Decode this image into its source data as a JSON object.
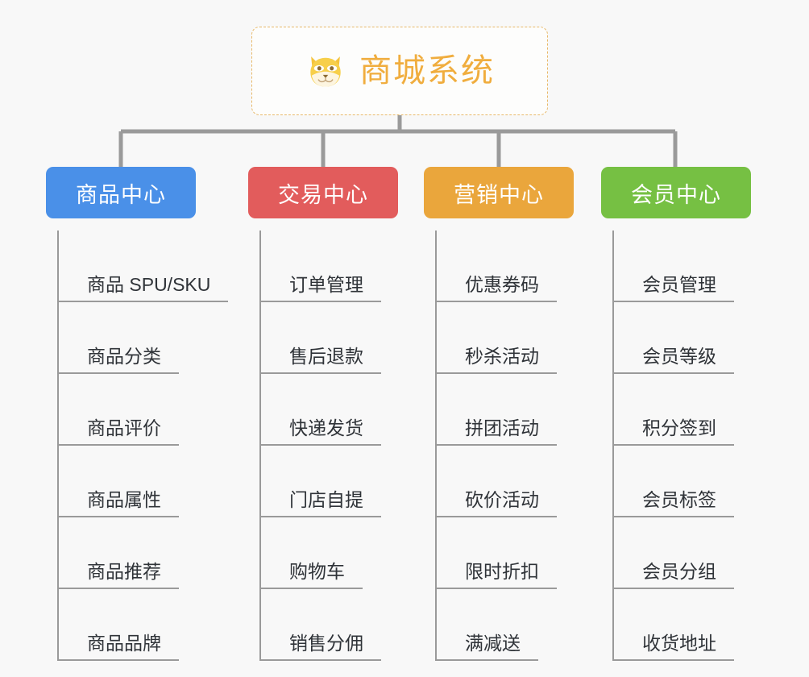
{
  "page": {
    "background_color": "#f8f8f8",
    "line_color": "#9a9a9a"
  },
  "root": {
    "title": "商城系统",
    "icon": "shiba-dog-face-icon",
    "text_color": "#f0ad3e",
    "border_color": "#e8b96a",
    "background_color": "#fdfdfc"
  },
  "branches": [
    {
      "label": "商品中心",
      "color": "#4a90e8",
      "items": [
        "商品 SPU/SKU",
        "商品分类",
        "商品评价",
        "商品属性",
        "商品推荐",
        "商品品牌"
      ]
    },
    {
      "label": "交易中心",
      "color": "#e25c5c",
      "items": [
        "订单管理",
        "售后退款",
        "快递发货",
        "门店自提",
        "购物车",
        "销售分佣"
      ]
    },
    {
      "label": "营销中心",
      "color": "#eaa63c",
      "items": [
        "优惠券码",
        "秒杀活动",
        "拼团活动",
        "砍价活动",
        "限时折扣",
        "满减送"
      ]
    },
    {
      "label": "会员中心",
      "color": "#76c043",
      "items": [
        "会员管理",
        "会员等级",
        "积分签到",
        "会员标签",
        "会员分组",
        "收货地址"
      ]
    }
  ]
}
